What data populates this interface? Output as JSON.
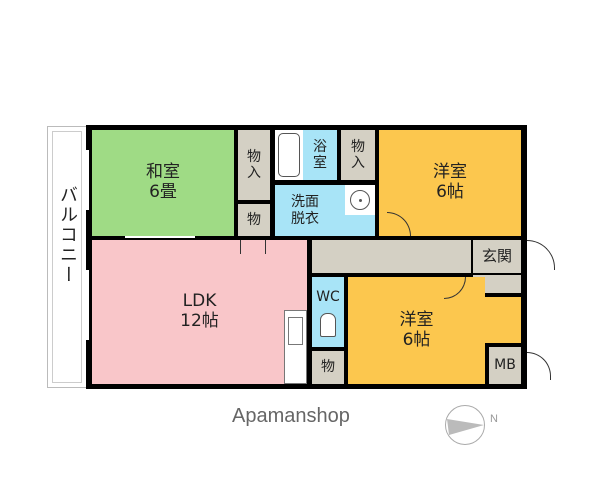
{
  "floorplan": {
    "balcony": {
      "label": "バルコニー"
    },
    "rooms": {
      "washitsu": {
        "name": "和室",
        "size": "6畳",
        "color": "#9fdb85"
      },
      "ldk": {
        "name": "LDK",
        "size": "12帖",
        "color": "#f9c6c9"
      },
      "yoshitsu_north": {
        "name": "洋室",
        "size": "6帖",
        "color": "#fcc74e"
      },
      "yoshitsu_south": {
        "name": "洋室",
        "size": "6帖",
        "color": "#fcc74e"
      },
      "bath": {
        "line1": "浴",
        "line2": "室",
        "color": "#a8e4f7"
      },
      "washroom": {
        "line1": "洗面",
        "line2": "脱衣",
        "color": "#a8e4f7"
      },
      "wc": {
        "name": "WC",
        "color": "#a8e4f7"
      },
      "closet_1": {
        "line1": "物",
        "line2": "入"
      },
      "closet_2": {
        "label": "物"
      },
      "closet_3": {
        "line1": "物",
        "line2": "入"
      },
      "closet_4": {
        "label": "物"
      },
      "entrance": {
        "name": "玄関"
      },
      "mb": {
        "name": "MB"
      }
    },
    "colors": {
      "storage": "#d4d0c4",
      "corridor": "#d4d0c4",
      "wall": "#000000"
    }
  },
  "footer": {
    "brand": "Apamanshop",
    "compass_label": "N"
  }
}
